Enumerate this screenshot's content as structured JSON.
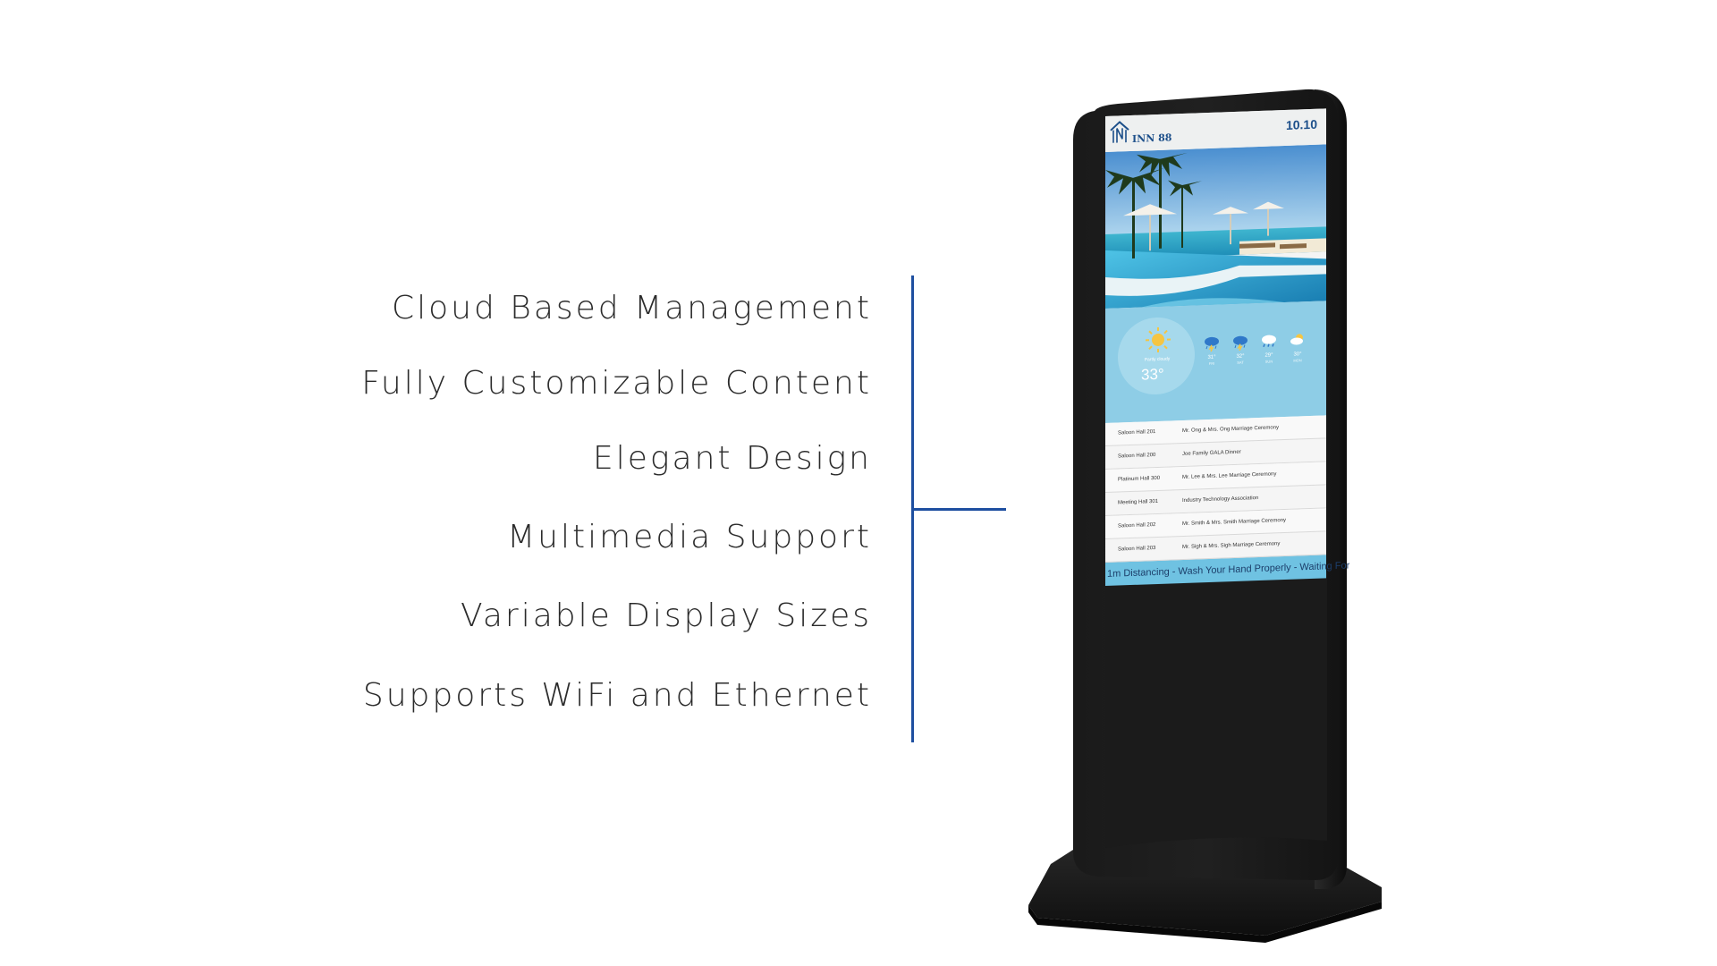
{
  "features": [
    "Cloud Based Management",
    "Fully Customizable Content",
    "Elegant Design",
    "Multimedia Support",
    "Variable Display Sizes",
    "Supports WiFi and Ethernet"
  ],
  "accent_color": "#1e4fa0",
  "kiosk": {
    "logo_text": "INN 88",
    "date": "10.10",
    "weather": {
      "caption": "Partly cloudy",
      "temperature": "33°",
      "forecast": [
        {
          "icon": "rain-thunder-icon",
          "temp": "31°",
          "day": "FRI"
        },
        {
          "icon": "rain-thunder-icon",
          "temp": "32°",
          "day": "SAT"
        },
        {
          "icon": "rain-cloud-icon",
          "temp": "29°",
          "day": "SUN"
        },
        {
          "icon": "partly-cloudy-icon",
          "temp": "30°",
          "day": "MON"
        }
      ]
    },
    "schedule": [
      {
        "room": "Saloon Hall 201",
        "event": "Mr. Ong & Mrs. Ong Marriage Ceremony"
      },
      {
        "room": "Saloon Hall 200",
        "event": "Joe Family GALA Dinner"
      },
      {
        "room": "Platinum Hall 300",
        "event": "Mr. Lee & Mrs. Lee Marriage Ceremony"
      },
      {
        "room": "Meeting Hall 301",
        "event": "Industry Technology Association"
      },
      {
        "room": "Saloon Hall 202",
        "event": "Mr. Smith & Mrs. Smith Marriage Ceremony"
      },
      {
        "room": "Saloon Hall 203",
        "event": "Mr. Sigh & Mrs. Sigh Marriage Ceremony"
      }
    ],
    "ticker": "1m Distancing - Wash Your Hand Properly - Waiting For"
  }
}
